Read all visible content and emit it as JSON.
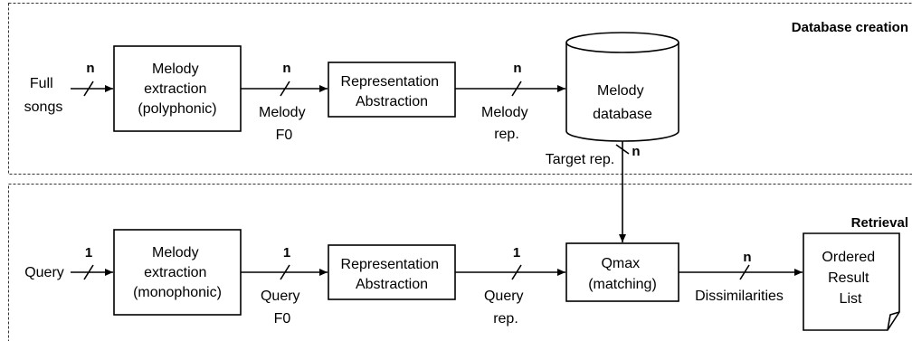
{
  "regions": {
    "top": "Database creation",
    "bottom": "Retrieval"
  },
  "top_row": {
    "input": [
      "Full",
      "songs"
    ],
    "extraction": [
      "Melody",
      "extraction",
      "(polyphonic)"
    ],
    "extraction_out": [
      "Melody",
      "F0"
    ],
    "representation": [
      "Representation",
      "Abstraction"
    ],
    "representation_out": [
      "Melody",
      "rep."
    ],
    "database": [
      "Melody",
      "database"
    ],
    "database_out": "Target rep.",
    "cardinality": "n"
  },
  "bottom_row": {
    "input": "Query",
    "extraction": [
      "Melody",
      "extraction",
      "(monophonic)"
    ],
    "extraction_out": [
      "Query",
      "F0"
    ],
    "representation": [
      "Representation",
      "Abstraction"
    ],
    "representation_out": [
      "Query",
      "rep."
    ],
    "matcher": [
      "Qmax",
      "(matching)"
    ],
    "matcher_out": "Dissimilarities",
    "result": [
      "Ordered",
      "Result",
      "List"
    ],
    "cardinality": "1",
    "output_cardinality": "n"
  }
}
